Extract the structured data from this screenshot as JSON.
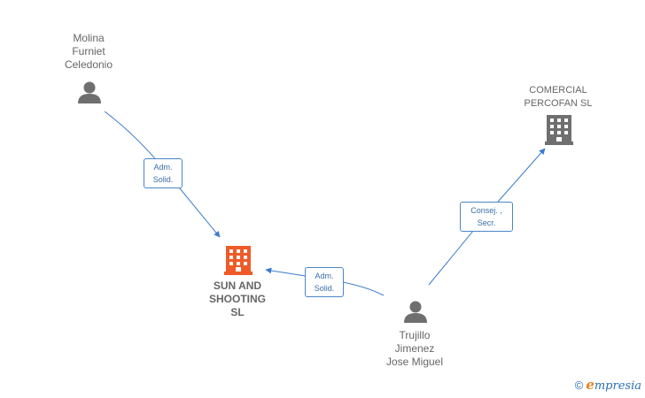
{
  "nodes": {
    "molina": {
      "label": "Molina\nFurniet\nCeledonio",
      "type": "person",
      "color": "#6f6f6f"
    },
    "comercial": {
      "label": "COMERCIAL\nPERCOFAN SL",
      "type": "company",
      "color": "#6f6f6f"
    },
    "sun": {
      "label": "SUN AND\nSHOOTING\nSL",
      "type": "company",
      "color": "#f05a28"
    },
    "trujillo": {
      "label": "Trujillo\nJimenez\nJose Miguel",
      "type": "person",
      "color": "#6f6f6f"
    }
  },
  "edges": {
    "molina_sun": {
      "label": "Adm.\nSolid."
    },
    "trujillo_sun": {
      "label": "Adm.\nSolid."
    },
    "trujillo_comercial": {
      "label": "Consej. ,\nSecr."
    }
  },
  "colors": {
    "edge": "#3a7ccc"
  },
  "copyright": {
    "symbol": "©",
    "brand_initial": "e",
    "brand_rest": "mpresia"
  }
}
